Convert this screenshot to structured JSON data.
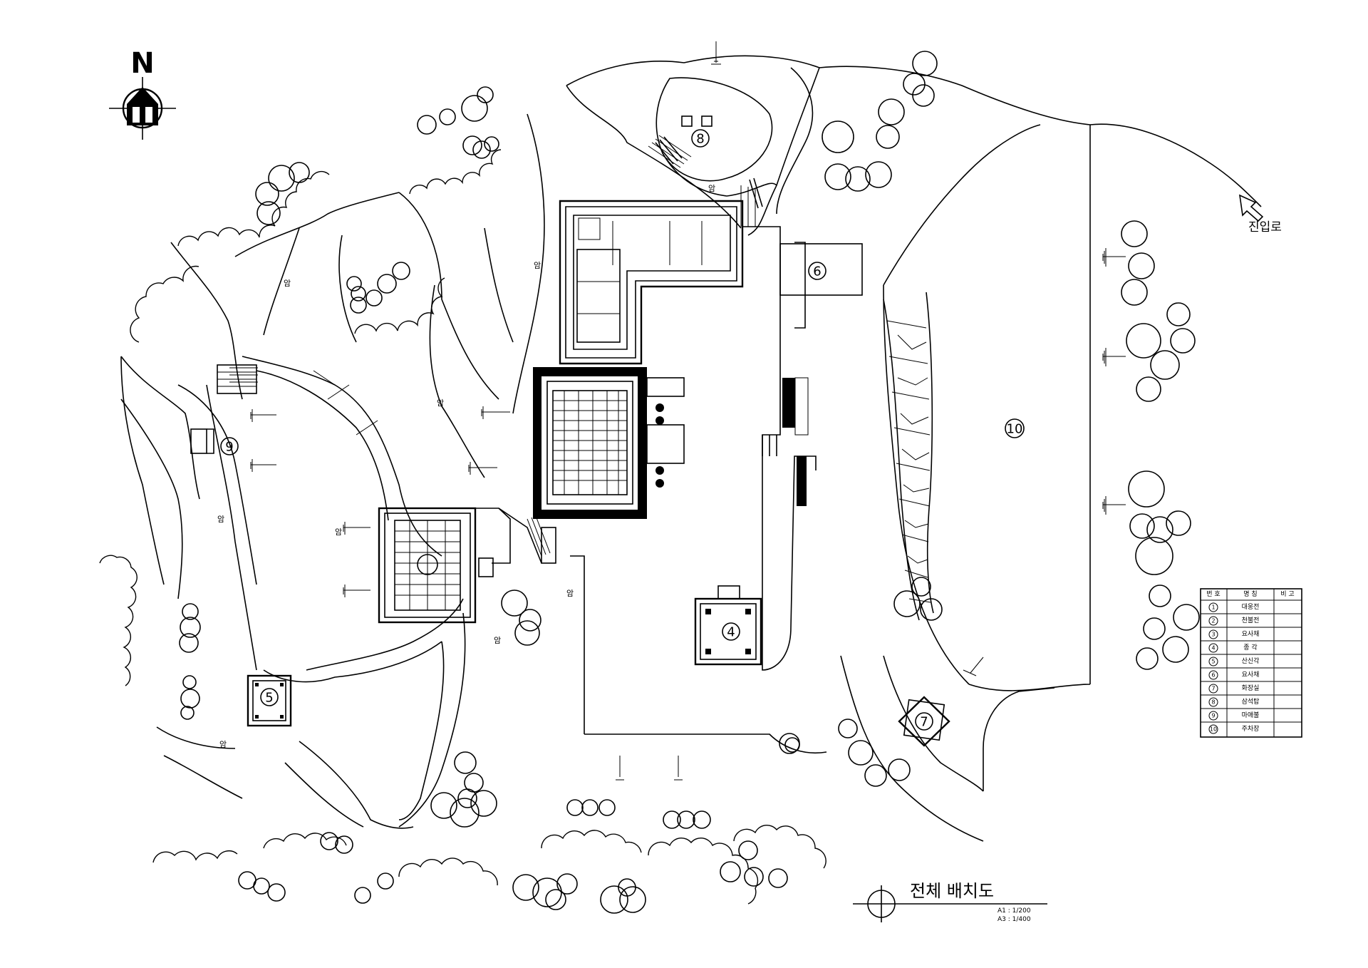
{
  "north_arrow": {
    "letter": "N",
    "icon": "north-arrow-icon"
  },
  "entrance": {
    "label": "진입로",
    "icon": "entrance-arrow-icon"
  },
  "rock_label": "암",
  "markers": [
    {
      "num": "4"
    },
    {
      "num": "5"
    },
    {
      "num": "6"
    },
    {
      "num": "7"
    },
    {
      "num": "8"
    },
    {
      "num": "9"
    },
    {
      "num": "10"
    }
  ],
  "legend": {
    "headers": [
      "번 호",
      "명 칭",
      "비 고"
    ],
    "rows": [
      {
        "num": "1",
        "name": "대웅전"
      },
      {
        "num": "2",
        "name": "천불전"
      },
      {
        "num": "3",
        "name": "요사채"
      },
      {
        "num": "4",
        "name": "종 각"
      },
      {
        "num": "5",
        "name": "산신각"
      },
      {
        "num": "6",
        "name": "요사채"
      },
      {
        "num": "7",
        "name": "화장실"
      },
      {
        "num": "8",
        "name": "삼석탑"
      },
      {
        "num": "9",
        "name": "마애불"
      },
      {
        "num": "10",
        "name": "주차장"
      }
    ]
  },
  "title": {
    "text": "전체 배치도",
    "scale_a1": "A1 : 1/200",
    "scale_a3": "A3 : 1/400"
  },
  "colors": {
    "ink": "#000000",
    "paper": "#ffffff"
  }
}
